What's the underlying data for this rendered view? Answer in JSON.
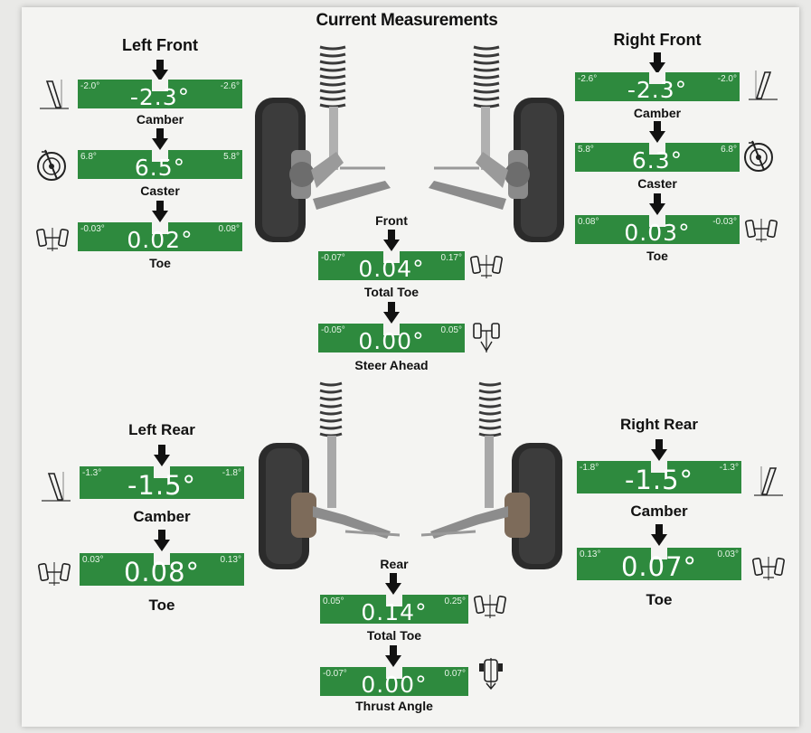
{
  "title": "Current Measurements",
  "left_front": {
    "label": "Left Front",
    "camber": {
      "label": "Camber",
      "min": "-2.0°",
      "max": "-2.6°",
      "value": "-2.3°"
    },
    "caster": {
      "label": "Caster",
      "min": "6.8°",
      "max": "5.8°",
      "value": "6.5°"
    },
    "toe": {
      "label": "Toe",
      "min": "-0.03°",
      "max": "0.08°",
      "value": "0.02°"
    }
  },
  "right_front": {
    "label": "Right Front",
    "camber": {
      "label": "Camber",
      "min": "-2.6°",
      "max": "-2.0°",
      "value": "-2.3°"
    },
    "caster": {
      "label": "Caster",
      "min": "5.8°",
      "max": "6.8°",
      "value": "6.3°"
    },
    "toe": {
      "label": "Toe",
      "min": "0.08°",
      "max": "-0.03°",
      "value": "0.03°"
    }
  },
  "front": {
    "label": "Front",
    "total_toe": {
      "label": "Total Toe",
      "min": "-0.07°",
      "max": "0.17°",
      "value": "0.04°"
    },
    "steer_ahead": {
      "label": "Steer Ahead",
      "min": "-0.05°",
      "max": "0.05°",
      "value": "0.00°"
    }
  },
  "left_rear": {
    "label": "Left Rear",
    "camber": {
      "label": "Camber",
      "min": "-1.3°",
      "max": "-1.8°",
      "value": "-1.5°"
    },
    "toe": {
      "label": "Toe",
      "min": "0.03°",
      "max": "0.13°",
      "value": "0.08°"
    }
  },
  "right_rear": {
    "label": "Right Rear",
    "camber": {
      "label": "Camber",
      "min": "-1.8°",
      "max": "-1.3°",
      "value": "-1.5°"
    },
    "toe": {
      "label": "Toe",
      "min": "0.13°",
      "max": "0.03°",
      "value": "0.07°"
    }
  },
  "rear": {
    "label": "Rear",
    "total_toe": {
      "label": "Total Toe",
      "min": "0.05°",
      "max": "0.25°",
      "value": "0.14°"
    },
    "thrust_angle": {
      "label": "Thrust Angle",
      "min": "-0.07°",
      "max": "0.07°",
      "value": "0.00°"
    }
  },
  "colors": {
    "gauge": "#2e8a3e",
    "text": "#111111",
    "background": "#f4f4f2"
  },
  "icons": [
    "camber-diagram-icon",
    "caster-wheel-icon",
    "toe-diagram-icon",
    "total-toe-icon",
    "steer-ahead-icon",
    "thrust-angle-icon",
    "front-suspension-image",
    "rear-suspension-image"
  ]
}
